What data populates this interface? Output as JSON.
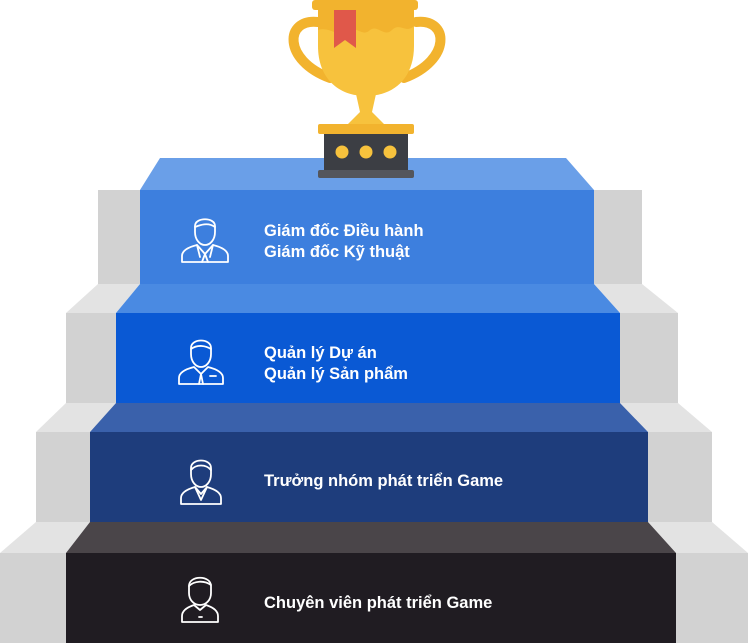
{
  "levels": [
    {
      "lines": [
        "Giám đốc Điều hành",
        "Giám đốc Kỹ thuật"
      ],
      "icon": "executive-icon",
      "color": "#3d7fde"
    },
    {
      "lines": [
        "Quản lý Dự án",
        "Quản lý Sản phẩm"
      ],
      "icon": "manager-icon",
      "color": "#0a59d4"
    },
    {
      "lines": [
        "Trưởng nhóm phát triển Game"
      ],
      "icon": "team-lead-icon",
      "color": "#1e3d7c"
    },
    {
      "lines": [
        "Chuyên viên phát triển Game"
      ],
      "icon": "specialist-icon",
      "color": "#201c22"
    }
  ],
  "trophy": {
    "icon": "trophy-icon",
    "color": "#f7c23d",
    "ribbon_color": "#e0584a",
    "base_color": "#3c3e44"
  }
}
